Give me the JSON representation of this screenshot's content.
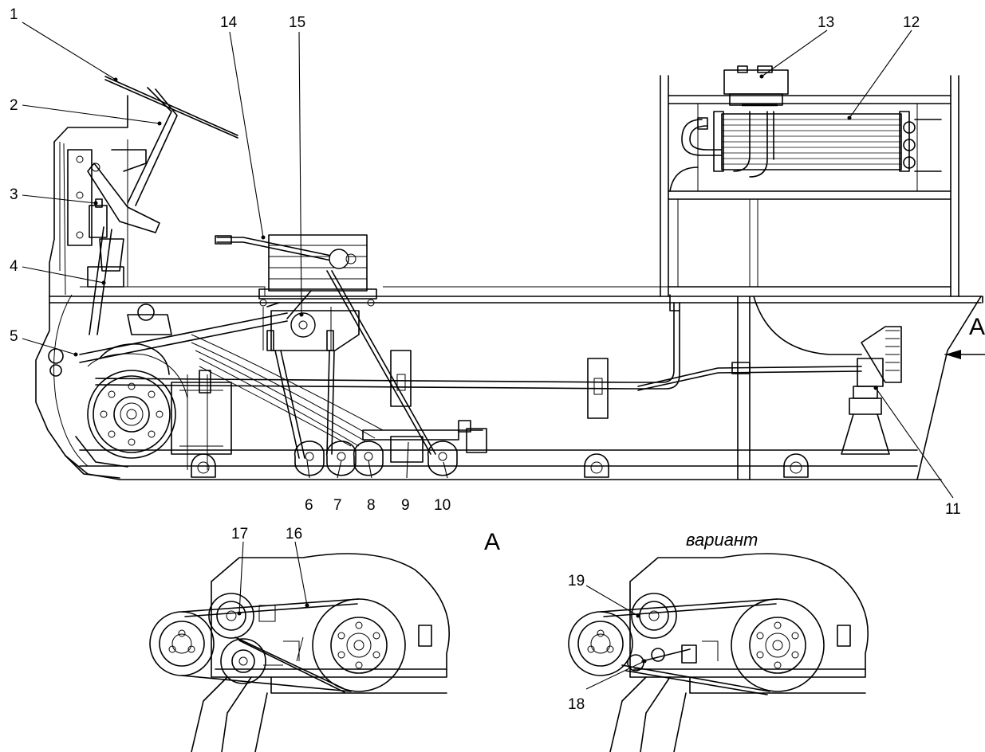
{
  "callouts": [
    "1",
    "2",
    "3",
    "4",
    "5",
    "6",
    "7",
    "8",
    "9",
    "10",
    "11",
    "12",
    "13",
    "14",
    "15",
    "16",
    "17",
    "18",
    "19"
  ],
  "view_marks": {
    "arrow_label": "A",
    "view_title": "A",
    "variant_label": "вариант"
  }
}
